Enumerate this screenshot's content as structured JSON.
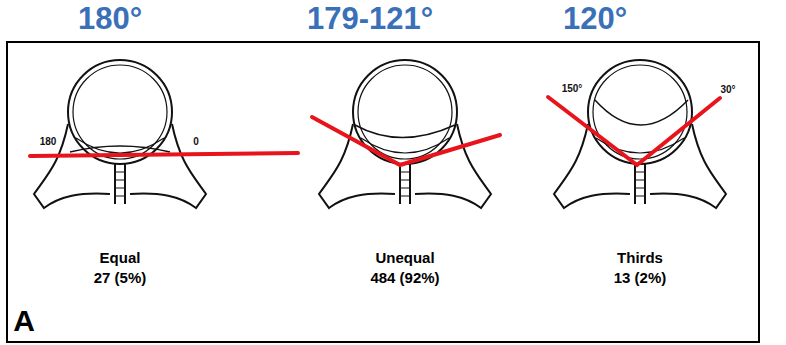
{
  "diagram": {
    "labels": [
      "180°",
      "179-121°",
      "120°",
      "180",
      "0",
      "150°",
      "30°",
      "Equal",
      "27 (5%)",
      "Unequal",
      "484 (92%)",
      "Thirds",
      "13 (2%)",
      "A"
    ]
  }
}
